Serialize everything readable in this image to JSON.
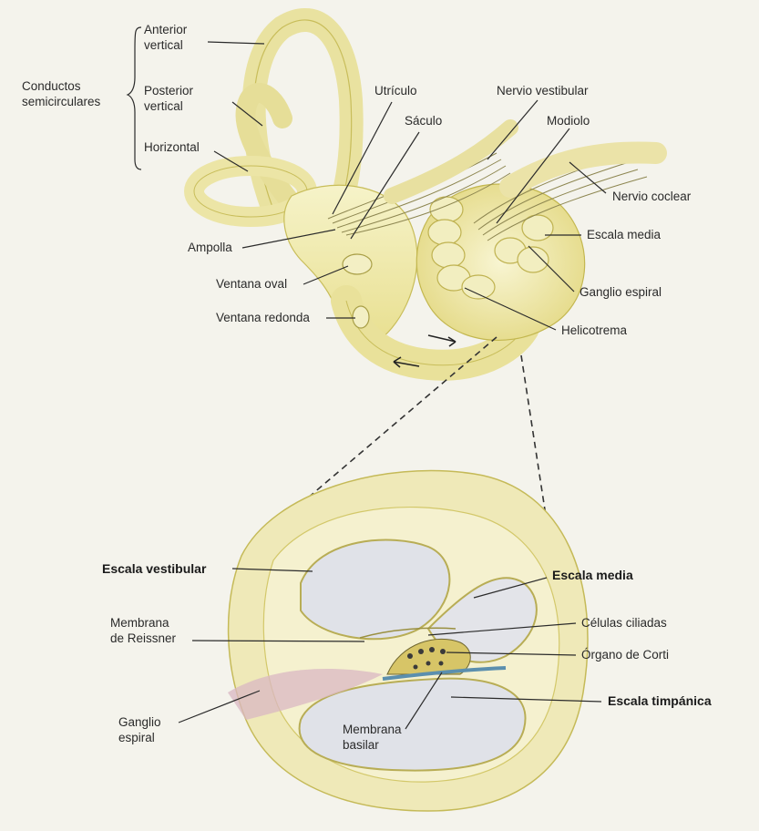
{
  "colors": {
    "background": "#f4f3ec",
    "bone": "#eeeab0",
    "bone_dark": "#c9bf56",
    "fluid": "#dfe1e6",
    "membrane_blue": "#5b8fae",
    "ganglion_pink": "#d9b7c3"
  },
  "labels": {
    "conductos": [
      "Conductos",
      "semicirculares"
    ],
    "anterior": [
      "Anterior",
      "vertical"
    ],
    "posterior": [
      "Posterior",
      "vertical"
    ],
    "horizontal": "Horizontal",
    "utriculo": "Utrículo",
    "saculo": "Sáculo",
    "nervio_vestibular": "Nervio vestibular",
    "modiolo": "Modiolo",
    "nervio_coclear": "Nervio coclear",
    "escala_media_top": "Escala media",
    "ganglio_espiral_top": "Ganglio espiral",
    "helicotrema": "Helicotrema",
    "ampolla": "Ampolla",
    "ventana_oval": "Ventana oval",
    "ventana_redonda": "Ventana redonda",
    "escala_vestibular": "Escala vestibular",
    "escala_media_bottom": "Escala media",
    "membrana_reissner": [
      "Membrana",
      "de Reissner"
    ],
    "celulas_ciliadas": "Células ciliadas",
    "organo_corti": "Órgano de Corti",
    "escala_timpanica": "Escala timpánica",
    "ganglio_espiral_bottom": [
      "Ganglio",
      "espiral"
    ],
    "membrana_basilar": [
      "Membrana",
      "basilar"
    ]
  }
}
